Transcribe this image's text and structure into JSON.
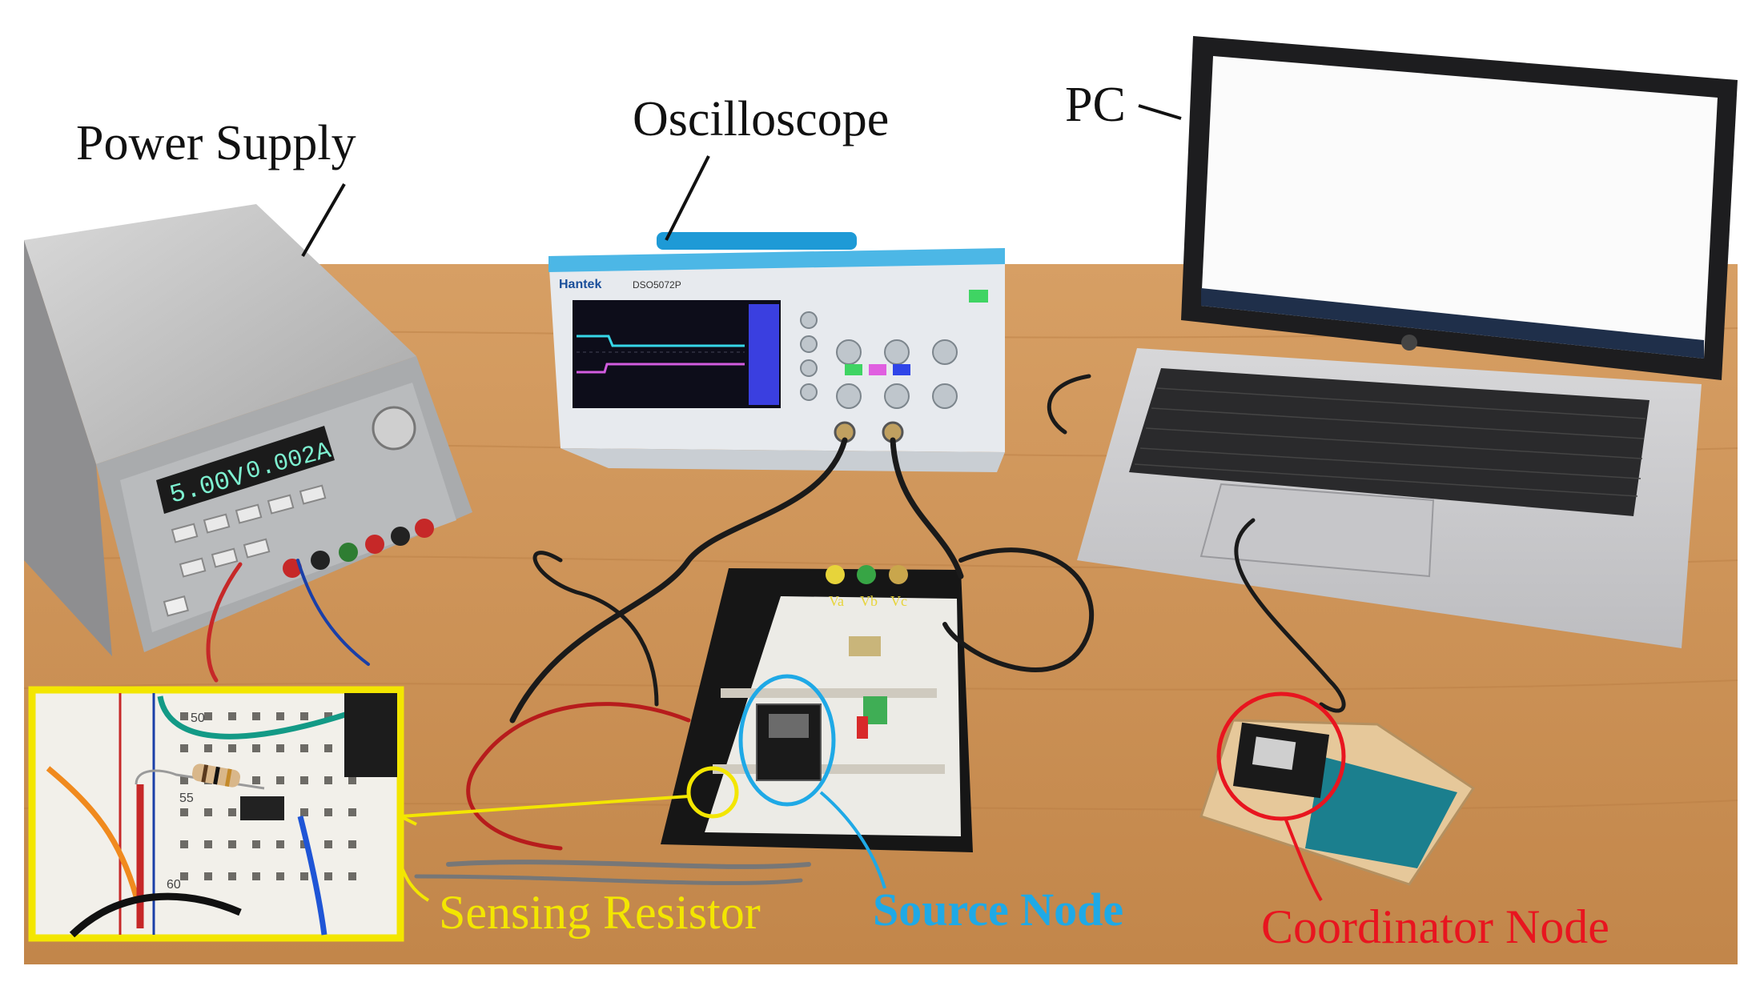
{
  "labels": {
    "power_supply": "Power Supply",
    "oscilloscope": "Oscilloscope",
    "pc": "PC",
    "sensing_resistor": "Sensing Resistor",
    "source_node": "Source Node",
    "coordinator_node": "Coordinator Node"
  },
  "power_supply_display": {
    "voltage": "5.00V",
    "current": "0.002A"
  },
  "oscilloscope_brand": "Hantek",
  "oscilloscope_model": "DSO5072P",
  "breadboard_row_numbers": [
    "50",
    "55",
    "60"
  ],
  "breadboard_rail_labels": [
    "Va",
    "Vb",
    "Vc"
  ],
  "colors": {
    "sensing_resistor_highlight": "#f3e600",
    "source_node_highlight": "#1fa9e6",
    "coordinator_node_highlight": "#e8151f",
    "table": "#c98f52",
    "power_supply_display": "#7df0d0"
  }
}
